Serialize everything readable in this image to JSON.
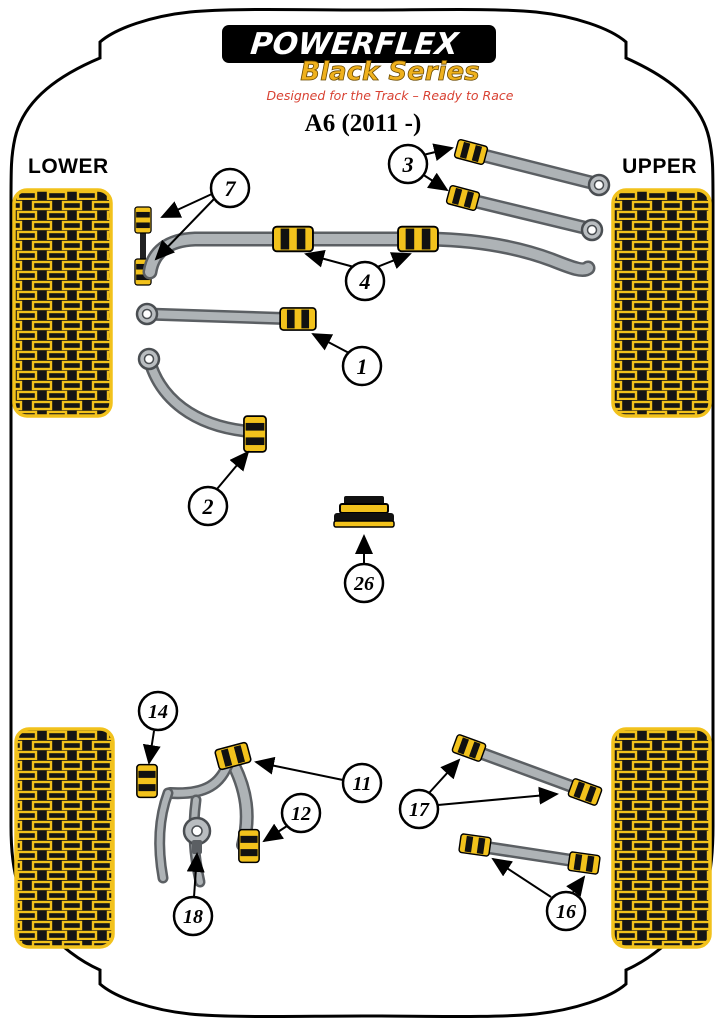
{
  "brand": {
    "name": "POWERFLEX",
    "series": "Black Series",
    "tagline": "Designed for the Track – Ready to Race"
  },
  "title": "A6 (2011 -)",
  "side_labels": {
    "left": "LOWER",
    "right": "UPPER"
  },
  "colors": {
    "yellow": "#F2C21C",
    "red": "#D84233",
    "gray": "#AEB3B6",
    "dark_gray": "#4A4E52",
    "black": "#000000"
  },
  "callouts": {
    "n1": "1",
    "n2": "2",
    "n3": "3",
    "n4": "4",
    "n7": "7",
    "n11": "11",
    "n12": "12",
    "n14": "14",
    "n16": "16",
    "n17": "17",
    "n18": "18",
    "n26": "26"
  }
}
